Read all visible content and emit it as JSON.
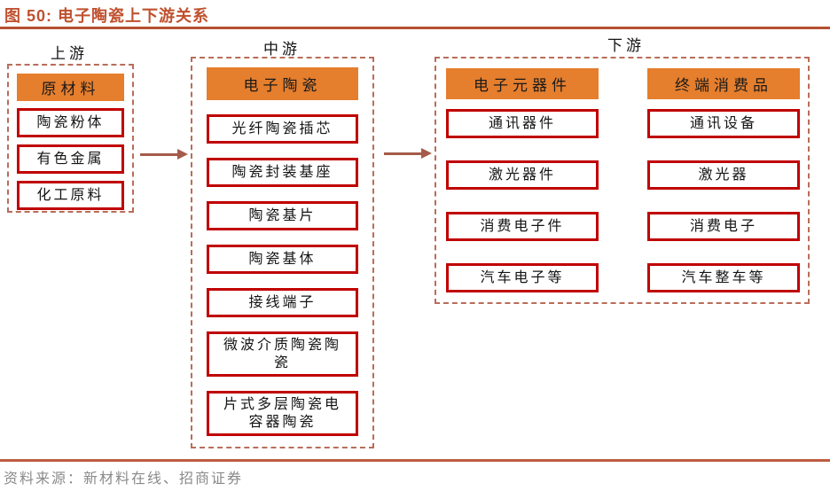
{
  "figure": {
    "title": "图 50:  电子陶瓷上下游关系",
    "source": "资料来源：新材料在线、招商证券"
  },
  "colors": {
    "title_accent": "#c0512f",
    "rule": "#b5502f",
    "header_fill": "#e57e2d",
    "node_border": "#c00000",
    "panel_dash": "#b96d59",
    "arrow": "#a55b49",
    "source_text": "#8a8a8a"
  },
  "sections": {
    "upstream": {
      "label": "上游",
      "header": "原材料",
      "items": [
        "陶瓷粉体",
        "有色金属",
        "化工原料"
      ]
    },
    "midstream": {
      "label": "中游",
      "header": "电子陶瓷",
      "items": [
        "光纤陶瓷插芯",
        "陶瓷封装基座",
        "陶瓷基片",
        "陶瓷基体",
        "接线端子",
        "微波介质陶瓷陶瓷",
        "片式多层陶瓷电容器陶瓷"
      ]
    },
    "downstream": {
      "label": "下游",
      "columns": [
        {
          "header": "电子元器件",
          "items": [
            "通讯器件",
            "激光器件",
            "消费电子件",
            "汽车电子等"
          ]
        },
        {
          "header": "终端消费品",
          "items": [
            "通讯设备",
            "激光器",
            "消费电子",
            "汽车整车等"
          ]
        }
      ]
    }
  }
}
